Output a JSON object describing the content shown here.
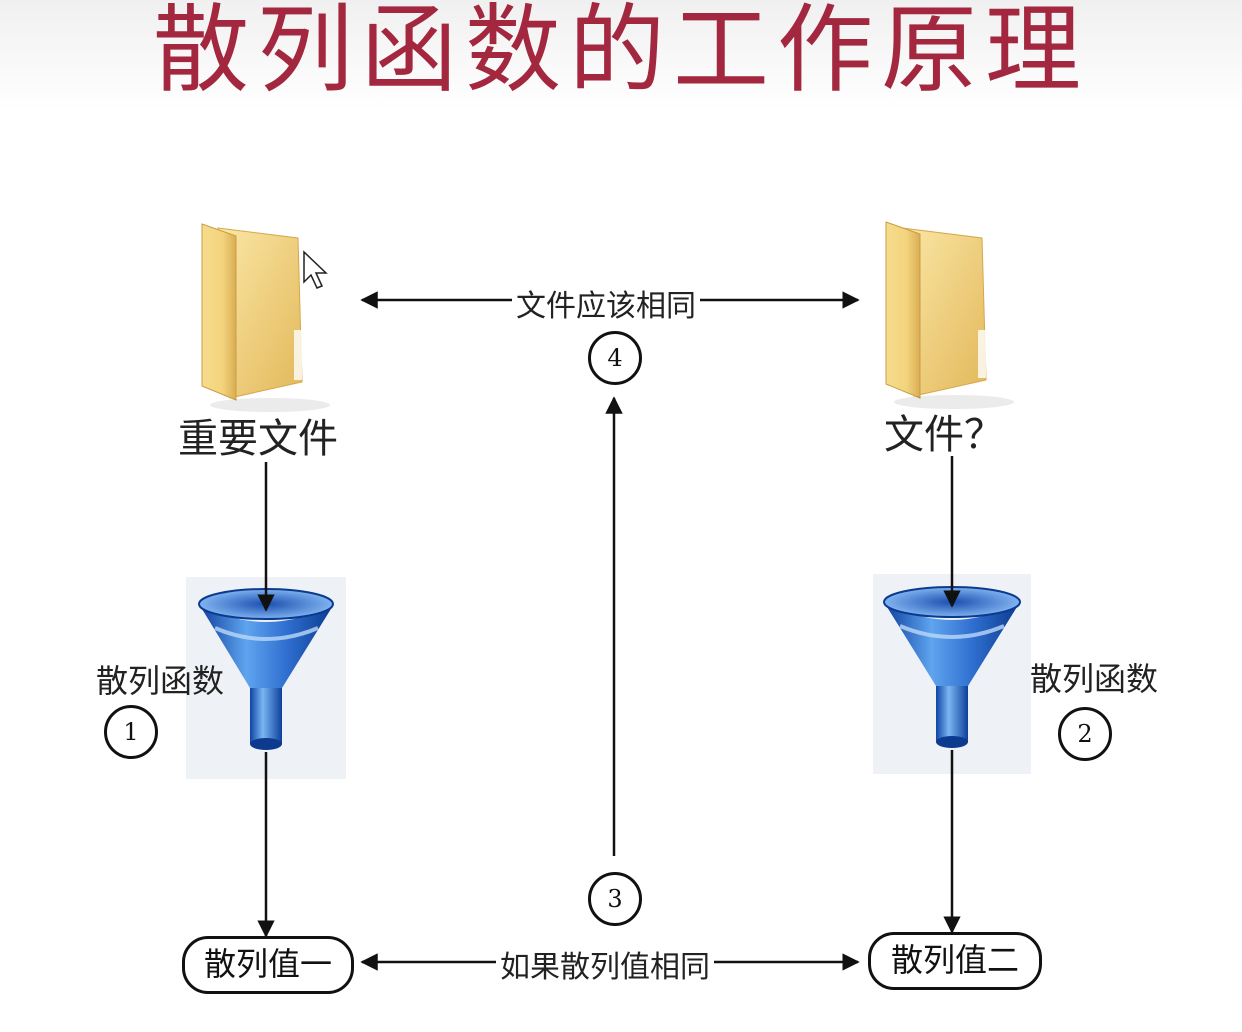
{
  "title": "散列函数的工作原理",
  "left": {
    "folder_label": "重要文件",
    "function_label": "散列函数",
    "step": "1",
    "value_label": "散列值一"
  },
  "right": {
    "folder_label": "文件？",
    "function_label": "散列函数",
    "step": "2",
    "value_label": "散列值二"
  },
  "middle": {
    "top_label": "文件应该相同",
    "top_step": "4",
    "bottom_label": "如果散列值相同",
    "bottom_step": "3"
  },
  "icons": [
    "folder-icon",
    "funnel-icon",
    "cursor-icon"
  ],
  "colors": {
    "title": "#a3283f",
    "folder": "#f1d382",
    "funnel": "#2f6fd0"
  }
}
